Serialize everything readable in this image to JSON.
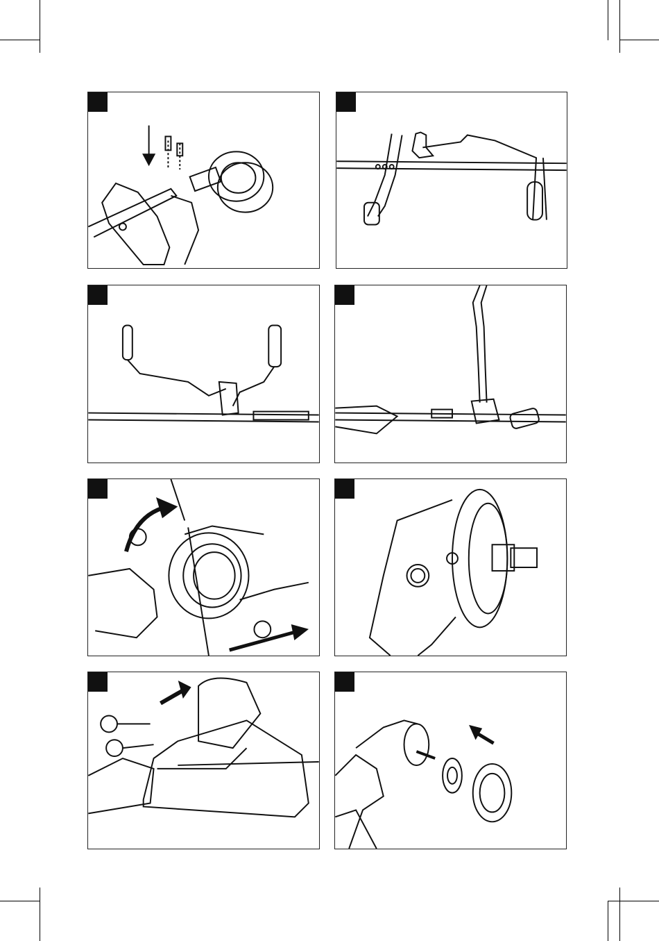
{
  "page": {
    "type": "instruction-illustration-sheet",
    "panels": [
      {
        "id": "p1",
        "icon": "trimmer-head-assembly-icon"
      },
      {
        "id": "p2",
        "icon": "bike-handle-mount-icon"
      },
      {
        "id": "p3",
        "icon": "bike-handle-side-view-icon"
      },
      {
        "id": "p4",
        "icon": "handle-raised-view-icon"
      },
      {
        "id": "p5",
        "icon": "spool-removal-icon"
      },
      {
        "id": "p6",
        "icon": "gear-head-shaft-icon"
      },
      {
        "id": "p7",
        "icon": "blade-guard-line-icon"
      },
      {
        "id": "p8",
        "icon": "blade-washer-install-icon"
      }
    ]
  }
}
